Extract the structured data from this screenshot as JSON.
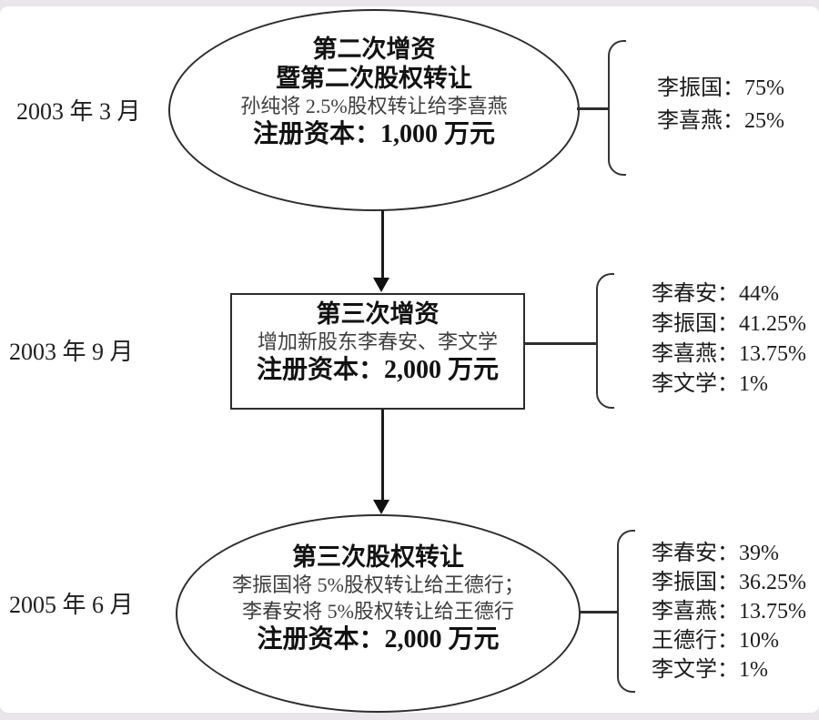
{
  "colors": {
    "line": "#2d2d2d",
    "text_primary": "#121212",
    "text_secondary": "#3e3e3e",
    "sheet_background": "#ffffff",
    "edge_background": "#e8e6e9"
  },
  "stages": [
    {
      "date": "2003 年 3 月",
      "shape": "ellipse",
      "title_lines": [
        "第二次增资",
        "暨第二次股权转让"
      ],
      "desc_lines": [
        "孙纯将 2.5%股权转让给李喜燕"
      ],
      "capital_line": "注册资本：1,000 万元",
      "shareholders": [
        "李振国：75%",
        "李喜燕：25%"
      ]
    },
    {
      "date": "2003 年 9 月",
      "shape": "rectangle",
      "title_lines": [
        "第三次增资"
      ],
      "desc_lines": [
        "增加新股东李春安、李文学"
      ],
      "capital_line": "注册资本：2,000 万元",
      "shareholders": [
        "李春安：44%",
        "李振国：41.25%",
        "李喜燕：13.75%",
        "李文学：1%"
      ]
    },
    {
      "date": "2005 年 6 月",
      "shape": "ellipse",
      "title_lines": [
        "第三次股权转让",
        ""
      ],
      "desc_lines": [
        "李振国将 5%股权转让给王德行；",
        "李春安将 5%股权转让给王德行"
      ],
      "capital_line": "注册资本：2,000 万元",
      "shareholders": [
        "李春安：39%",
        "李振国：36.25%",
        "李喜燕：13.75%",
        "王德行：10%",
        "李文学：1%"
      ]
    }
  ]
}
